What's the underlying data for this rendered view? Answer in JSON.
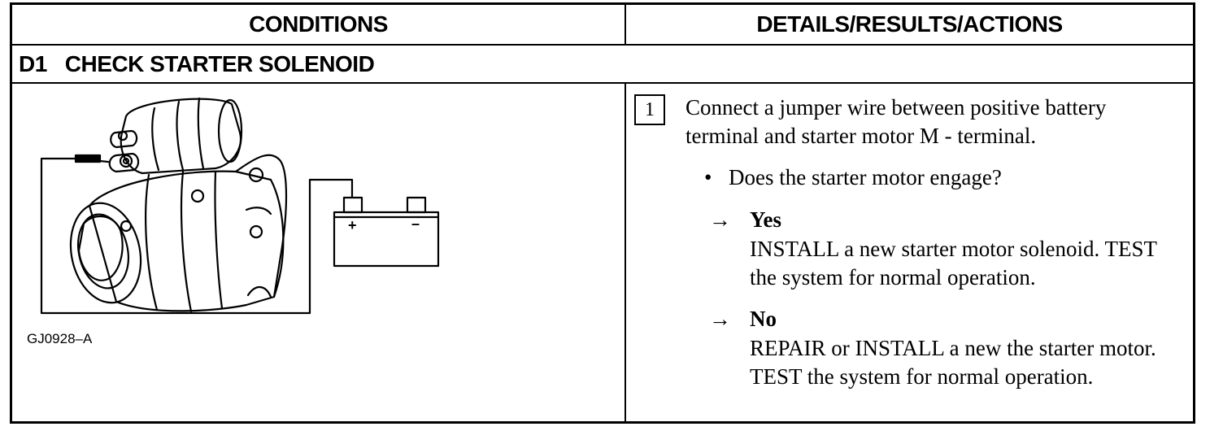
{
  "table": {
    "header_left": "CONDITIONS",
    "header_right": "DETAILS/RESULTS/ACTIONS",
    "step_code": "D1",
    "step_title": "CHECK STARTER SOLENOID"
  },
  "figure": {
    "id": "GJ0928–A",
    "battery_positive": "+",
    "battery_negative": "–"
  },
  "details": {
    "step_number": "1",
    "instruction": "Connect a jumper wire between positive battery terminal and starter motor M - terminal.",
    "bullet": "•",
    "question": "Does the starter motor engage?",
    "arrow": "→",
    "yes_label": "Yes",
    "yes_action": "INSTALL a new starter motor solenoid. TEST the system for normal operation.",
    "no_label": "No",
    "no_action": "REPAIR or INSTALL a new the starter motor. TEST the system for normal operation."
  }
}
